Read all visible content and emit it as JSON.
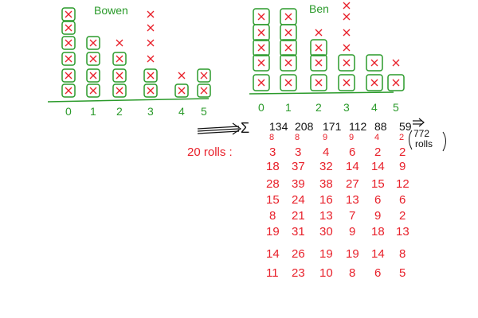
{
  "colors": {
    "green": "#2a9a2a",
    "red": "#e8202a",
    "black": "#111111"
  },
  "bowen": {
    "title": "Bowen",
    "axis_labels": [
      "0",
      "1",
      "2",
      "3",
      "4",
      "5"
    ],
    "boxed_counts": [
      6,
      4,
      3,
      2,
      1,
      2
    ],
    "unboxed_counts": [
      0,
      0,
      1,
      4,
      1,
      0
    ]
  },
  "ben": {
    "title": "Ben",
    "axis_labels": [
      "0",
      "1",
      "2",
      "3",
      "4",
      "5"
    ],
    "boxed_counts": [
      5,
      5,
      3,
      2,
      2,
      1
    ],
    "unboxed_counts": [
      0,
      0,
      1,
      4,
      0,
      1
    ]
  },
  "sum_row": {
    "symbol": "Σ",
    "values": [
      "134",
      "208",
      "171",
      "112",
      "88",
      "59"
    ],
    "total_note_1": "772",
    "total_note_2": "rolls"
  },
  "rolls_label": "20 rolls :",
  "red_rows": [
    [
      "8",
      "8",
      "9",
      "9",
      "4",
      "2"
    ],
    [
      "3",
      "3",
      "4",
      "6",
      "2",
      "2"
    ],
    [
      "18",
      "37",
      "32",
      "14",
      "14",
      "9"
    ],
    [
      "28",
      "39",
      "38",
      "27",
      "15",
      "12"
    ],
    [
      "15",
      "24",
      "16",
      "13",
      "6",
      "6"
    ],
    [
      "8",
      "21",
      "13",
      "7",
      "9",
      "2"
    ],
    [
      "19",
      "31",
      "30",
      "9",
      "18",
      "13"
    ],
    [
      "14",
      "26",
      "19",
      "19",
      "14",
      "8"
    ],
    [
      "11",
      "23",
      "10",
      "8",
      "6",
      "5"
    ]
  ]
}
